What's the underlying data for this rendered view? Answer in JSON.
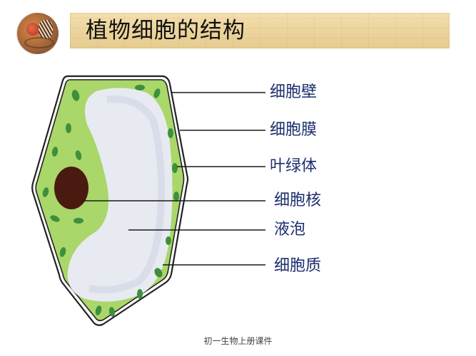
{
  "header": {
    "title": "植物细胞的结构",
    "logo_icon": "plant-cell-logo-icon"
  },
  "diagram": {
    "colors": {
      "cell_wall": "#2a2a2a",
      "cytoplasm": "#a9d76a",
      "chloroplast": "#3f8f3c",
      "nucleus": "#4a1a10",
      "vacuole": "#e9ebf3",
      "label_text": "#1c2e6e",
      "title_bar": "#ecd49c"
    },
    "labels": [
      {
        "id": "cell-wall",
        "text": "细胞壁"
      },
      {
        "id": "cell-membrane",
        "text": "细胞膜"
      },
      {
        "id": "chloroplast",
        "text": "叶绿体"
      },
      {
        "id": "nucleus",
        "text": "细胞核"
      },
      {
        "id": "vacuole",
        "text": "液泡"
      },
      {
        "id": "cytoplasm",
        "text": "细胞质"
      }
    ]
  },
  "footer": {
    "text": "初一生物上册课件"
  }
}
